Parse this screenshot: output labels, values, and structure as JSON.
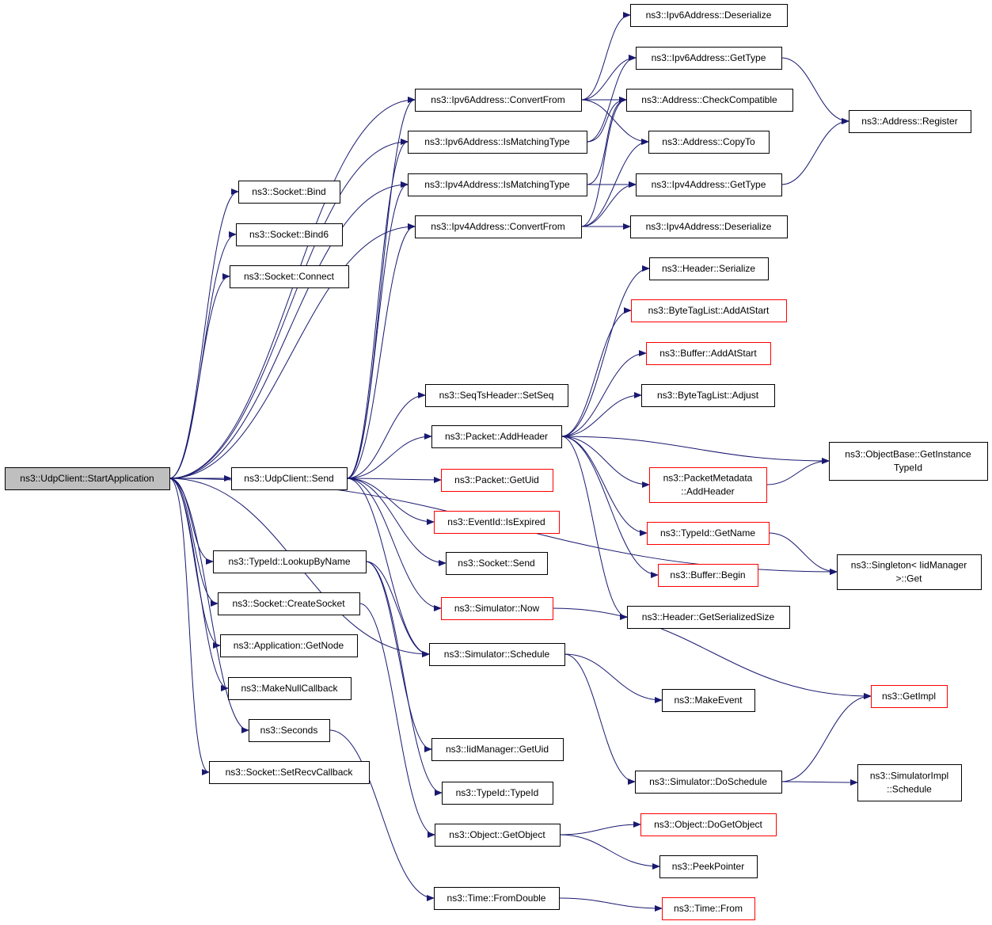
{
  "nodes": [
    {
      "id": "root",
      "lines": [
        "ns3::UdpClient::StartApplication"
      ],
      "root": true
    },
    {
      "id": "bind",
      "lines": [
        "ns3::Socket::Bind"
      ]
    },
    {
      "id": "bind6",
      "lines": [
        "ns3::Socket::Bind6"
      ]
    },
    {
      "id": "connect",
      "lines": [
        "ns3::Socket::Connect"
      ]
    },
    {
      "id": "ipv6conv",
      "lines": [
        "ns3::Ipv6Address::ConvertFrom"
      ]
    },
    {
      "id": "ipv6match",
      "lines": [
        "ns3::Ipv6Address::IsMatchingType"
      ]
    },
    {
      "id": "ipv4match",
      "lines": [
        "ns3::Ipv4Address::IsMatchingType"
      ]
    },
    {
      "id": "ipv4conv",
      "lines": [
        "ns3::Ipv4Address::ConvertFrom"
      ]
    },
    {
      "id": "ipv6deser",
      "lines": [
        "ns3::Ipv6Address::Deserialize"
      ]
    },
    {
      "id": "ipv6type",
      "lines": [
        "ns3::Ipv6Address::GetType"
      ]
    },
    {
      "id": "addrcheck",
      "lines": [
        "ns3::Address::CheckCompatible"
      ]
    },
    {
      "id": "addrcopy",
      "lines": [
        "ns3::Address::CopyTo"
      ]
    },
    {
      "id": "ipv4type",
      "lines": [
        "ns3::Ipv4Address::GetType"
      ]
    },
    {
      "id": "ipv4deser",
      "lines": [
        "ns3::Ipv4Address::Deserialize"
      ]
    },
    {
      "id": "addrreg",
      "lines": [
        "ns3::Address::Register"
      ]
    },
    {
      "id": "hdrser",
      "lines": [
        "ns3::Header::Serialize"
      ]
    },
    {
      "id": "btladdstart",
      "lines": [
        "ns3::ByteTagList::AddAtStart"
      ],
      "red": true
    },
    {
      "id": "bufaddstart",
      "lines": [
        "ns3::Buffer::AddAtStart"
      ],
      "red": true
    },
    {
      "id": "btladjust",
      "lines": [
        "ns3::ByteTagList::Adjust"
      ]
    },
    {
      "id": "setseq",
      "lines": [
        "ns3::SeqTsHeader::SetSeq"
      ]
    },
    {
      "id": "addheader",
      "lines": [
        "ns3::Packet::AddHeader"
      ]
    },
    {
      "id": "udpsend",
      "lines": [
        "ns3::UdpClient::Send"
      ]
    },
    {
      "id": "getuid",
      "lines": [
        "ns3::Packet::GetUid"
      ],
      "red": true
    },
    {
      "id": "isexpired",
      "lines": [
        "ns3::EventId::IsExpired"
      ],
      "red": true
    },
    {
      "id": "socksend",
      "lines": [
        "ns3::Socket::Send"
      ]
    },
    {
      "id": "simnow",
      "lines": [
        "ns3::Simulator::Now"
      ],
      "red": true
    },
    {
      "id": "simsched",
      "lines": [
        "ns3::Simulator::Schedule"
      ]
    },
    {
      "id": "lookup",
      "lines": [
        "ns3::TypeId::LookupByName"
      ]
    },
    {
      "id": "createsock",
      "lines": [
        "ns3::Socket::CreateSocket"
      ]
    },
    {
      "id": "getnode",
      "lines": [
        "ns3::Application::GetNode"
      ]
    },
    {
      "id": "nullcb",
      "lines": [
        "ns3::MakeNullCallback"
      ]
    },
    {
      "id": "seconds",
      "lines": [
        "ns3::Seconds"
      ]
    },
    {
      "id": "recvcb",
      "lines": [
        "ns3::Socket::SetRecvCallback"
      ]
    },
    {
      "id": "getinst",
      "lines": [
        "ns3::ObjectBase::GetInstance",
        "TypeId"
      ]
    },
    {
      "id": "pmaddhdr",
      "lines": [
        "ns3::PacketMetadata",
        "::AddHeader"
      ],
      "red": true
    },
    {
      "id": "tidname",
      "lines": [
        "ns3::TypeId::GetName"
      ],
      "red": true
    },
    {
      "id": "singleton",
      "lines": [
        "ns3::Singleton< IidManager",
        ">::Get"
      ]
    },
    {
      "id": "bufbegin",
      "lines": [
        "ns3::Buffer::Begin"
      ],
      "red": true
    },
    {
      "id": "hdrsize",
      "lines": [
        "ns3::Header::GetSerializedSize"
      ]
    },
    {
      "id": "getimpl",
      "lines": [
        "ns3::GetImpl"
      ],
      "red": true
    },
    {
      "id": "makeevent",
      "lines": [
        "ns3::MakeEvent"
      ]
    },
    {
      "id": "iidgetuid",
      "lines": [
        "ns3::IidManager::GetUid"
      ]
    },
    {
      "id": "typeid",
      "lines": [
        "ns3::TypeId::TypeId"
      ]
    },
    {
      "id": "dosched",
      "lines": [
        "ns3::Simulator::DoSchedule"
      ]
    },
    {
      "id": "simimplsched",
      "lines": [
        "ns3::SimulatorImpl",
        "::Schedule"
      ]
    },
    {
      "id": "getobject",
      "lines": [
        "ns3::Object::GetObject"
      ]
    },
    {
      "id": "dogetobject",
      "lines": [
        "ns3::Object::DoGetObject"
      ],
      "red": true
    },
    {
      "id": "peekptr",
      "lines": [
        "ns3::PeekPointer"
      ]
    },
    {
      "id": "fromdouble",
      "lines": [
        "ns3::Time::FromDouble"
      ]
    },
    {
      "id": "timefrom",
      "lines": [
        "ns3::Time::From"
      ],
      "red": true
    }
  ],
  "edges": [
    [
      "root",
      "bind"
    ],
    [
      "root",
      "bind6"
    ],
    [
      "root",
      "connect"
    ],
    [
      "root",
      "ipv6conv"
    ],
    [
      "root",
      "ipv6match"
    ],
    [
      "root",
      "ipv4match"
    ],
    [
      "root",
      "ipv4conv"
    ],
    [
      "root",
      "udpsend"
    ],
    [
      "root",
      "simsched"
    ],
    [
      "root",
      "lookup"
    ],
    [
      "root",
      "createsock"
    ],
    [
      "root",
      "getnode"
    ],
    [
      "root",
      "nullcb"
    ],
    [
      "root",
      "seconds"
    ],
    [
      "root",
      "recvcb"
    ],
    [
      "root",
      "singleton"
    ],
    [
      "udpsend",
      "ipv6conv"
    ],
    [
      "udpsend",
      "ipv6match"
    ],
    [
      "udpsend",
      "ipv4match"
    ],
    [
      "udpsend",
      "ipv4conv"
    ],
    [
      "udpsend",
      "setseq"
    ],
    [
      "udpsend",
      "addheader"
    ],
    [
      "udpsend",
      "getuid"
    ],
    [
      "udpsend",
      "isexpired"
    ],
    [
      "udpsend",
      "socksend"
    ],
    [
      "udpsend",
      "simnow"
    ],
    [
      "udpsend",
      "simsched"
    ],
    [
      "ipv6conv",
      "ipv6deser"
    ],
    [
      "ipv6conv",
      "ipv6type"
    ],
    [
      "ipv6conv",
      "addrcheck"
    ],
    [
      "ipv6conv",
      "addrcopy"
    ],
    [
      "ipv6match",
      "ipv6type"
    ],
    [
      "ipv6match",
      "addrcheck"
    ],
    [
      "ipv4match",
      "ipv4type"
    ],
    [
      "ipv4match",
      "addrcheck"
    ],
    [
      "ipv4conv",
      "ipv4deser"
    ],
    [
      "ipv4conv",
      "ipv4type"
    ],
    [
      "ipv4conv",
      "addrcheck"
    ],
    [
      "ipv4conv",
      "addrcopy"
    ],
    [
      "ipv6type",
      "addrreg"
    ],
    [
      "ipv4type",
      "addrreg"
    ],
    [
      "addheader",
      "hdrser"
    ],
    [
      "addheader",
      "btladdstart"
    ],
    [
      "addheader",
      "bufaddstart"
    ],
    [
      "addheader",
      "btladjust"
    ],
    [
      "addheader",
      "getinst"
    ],
    [
      "addheader",
      "pmaddhdr"
    ],
    [
      "addheader",
      "tidname"
    ],
    [
      "addheader",
      "bufbegin"
    ],
    [
      "addheader",
      "hdrsize"
    ],
    [
      "pmaddhdr",
      "getinst"
    ],
    [
      "tidname",
      "singleton"
    ],
    [
      "simnow",
      "getimpl"
    ],
    [
      "simsched",
      "makeevent"
    ],
    [
      "simsched",
      "dosched"
    ],
    [
      "dosched",
      "getimpl"
    ],
    [
      "dosched",
      "simimplsched"
    ],
    [
      "lookup",
      "iidgetuid"
    ],
    [
      "lookup",
      "typeid"
    ],
    [
      "lookup",
      "simsched"
    ],
    [
      "createsock",
      "getobject"
    ],
    [
      "getobject",
      "dogetobject"
    ],
    [
      "getobject",
      "peekptr"
    ],
    [
      "seconds",
      "fromdouble"
    ],
    [
      "fromdouble",
      "timefrom"
    ]
  ]
}
